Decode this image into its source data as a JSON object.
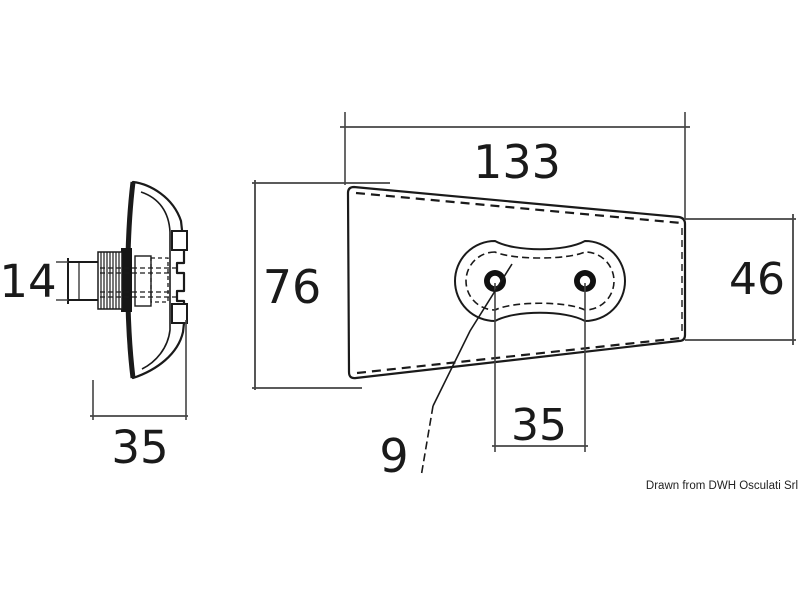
{
  "drawing": {
    "footer": "Drawn from DWH Osculati Srl",
    "colors": {
      "ink": "#1a1a1a",
      "background": "#ffffff"
    },
    "side_view": {
      "dim_stud_diameter": "14",
      "dim_depth": "35"
    },
    "front_view": {
      "dim_length": "133",
      "dim_height_left": "76",
      "dim_height_right": "46",
      "dim_hole_spacing": "35",
      "dim_hole_diameter": "9"
    }
  }
}
